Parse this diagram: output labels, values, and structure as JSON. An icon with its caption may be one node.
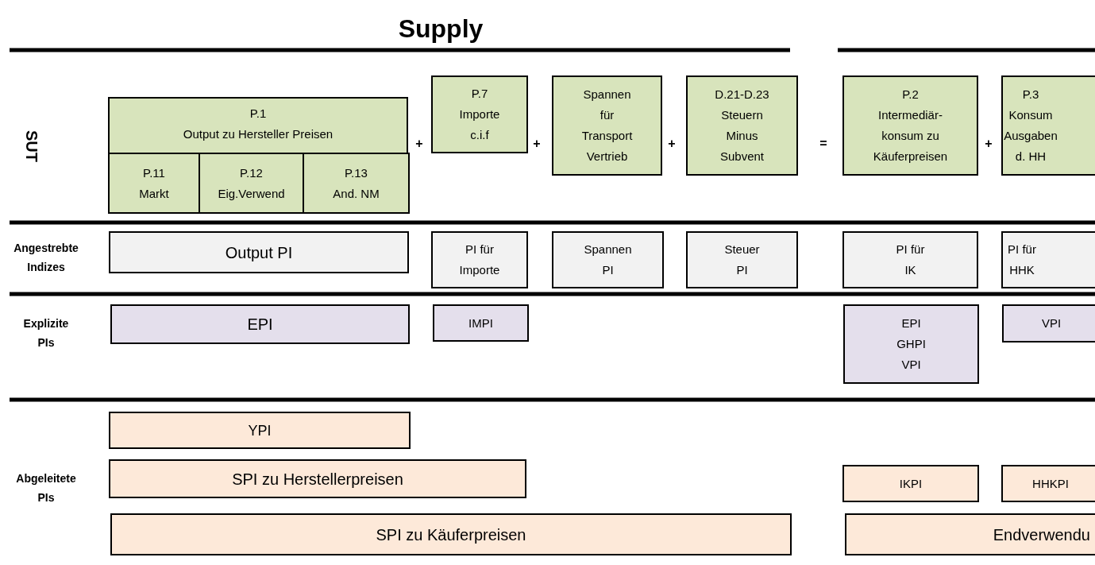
{
  "diagram": {
    "title": "Supply",
    "nodes": [
      {
        "text": [
          "P.1",
          "Output zu Hersteller Preisen"
        ]
      },
      {
        "text": [
          "P.11",
          "Markt"
        ],
        "in": 0
      },
      {
        "text": [
          "P.12",
          "Eig.Verwend"
        ],
        "in": 0
      },
      {
        "text": [
          "P.13",
          "And. NM"
        ],
        "in": 0
      },
      {
        "text": [
          "P.7",
          "Importe c.i.f"
        ]
      },
      {
        "text": [
          "Spannen für Transport Vertrieb"
        ]
      },
      {
        "text": [
          "D.21-D.23",
          "Steuern Minus Subvent"
        ]
      },
      {
        "text": [
          "P.2",
          "Intermediär- konsum zu Käuferpreisen"
        ]
      },
      {
        "text": [
          "P.3",
          "Konsum Ausgaben d. HH"
        ]
      },
      {
        "text": [
          "Output PI"
        ]
      },
      {
        "text": [
          "PI für Importe"
        ]
      },
      {
        "text": [
          "Spannen PI"
        ]
      },
      {
        "text": [
          "Steuer PI"
        ]
      },
      {
        "text": [
          "PI für IK"
        ]
      },
      {
        "text": [
          "PI für HHK"
        ]
      },
      {
        "text": [
          "EPI"
        ]
      },
      {
        "text": [
          "IMPI"
        ]
      },
      {
        "text": [
          "EPI",
          "GHPI",
          "VPI"
        ]
      },
      {
        "text": [
          "VPI"
        ]
      },
      {
        "text": [
          "YPI"
        ]
      },
      {
        "text": [
          "SPI zu Herstellerpreisen"
        ]
      },
      {
        "text": [
          "IKPI"
        ]
      },
      {
        "text": [
          "HHKPI"
        ]
      },
      {
        "text": [
          "SPI zu Käuferpreisen"
        ]
      },
      {
        "text": [
          "Endverwendu"
        ]
      }
    ],
    "labels": [
      "SUT",
      "+",
      "+",
      "+",
      "=",
      "+",
      "Angestrebte Indizes",
      "Explizite PIs",
      "Abgeleitete PIs"
    ]
  }
}
